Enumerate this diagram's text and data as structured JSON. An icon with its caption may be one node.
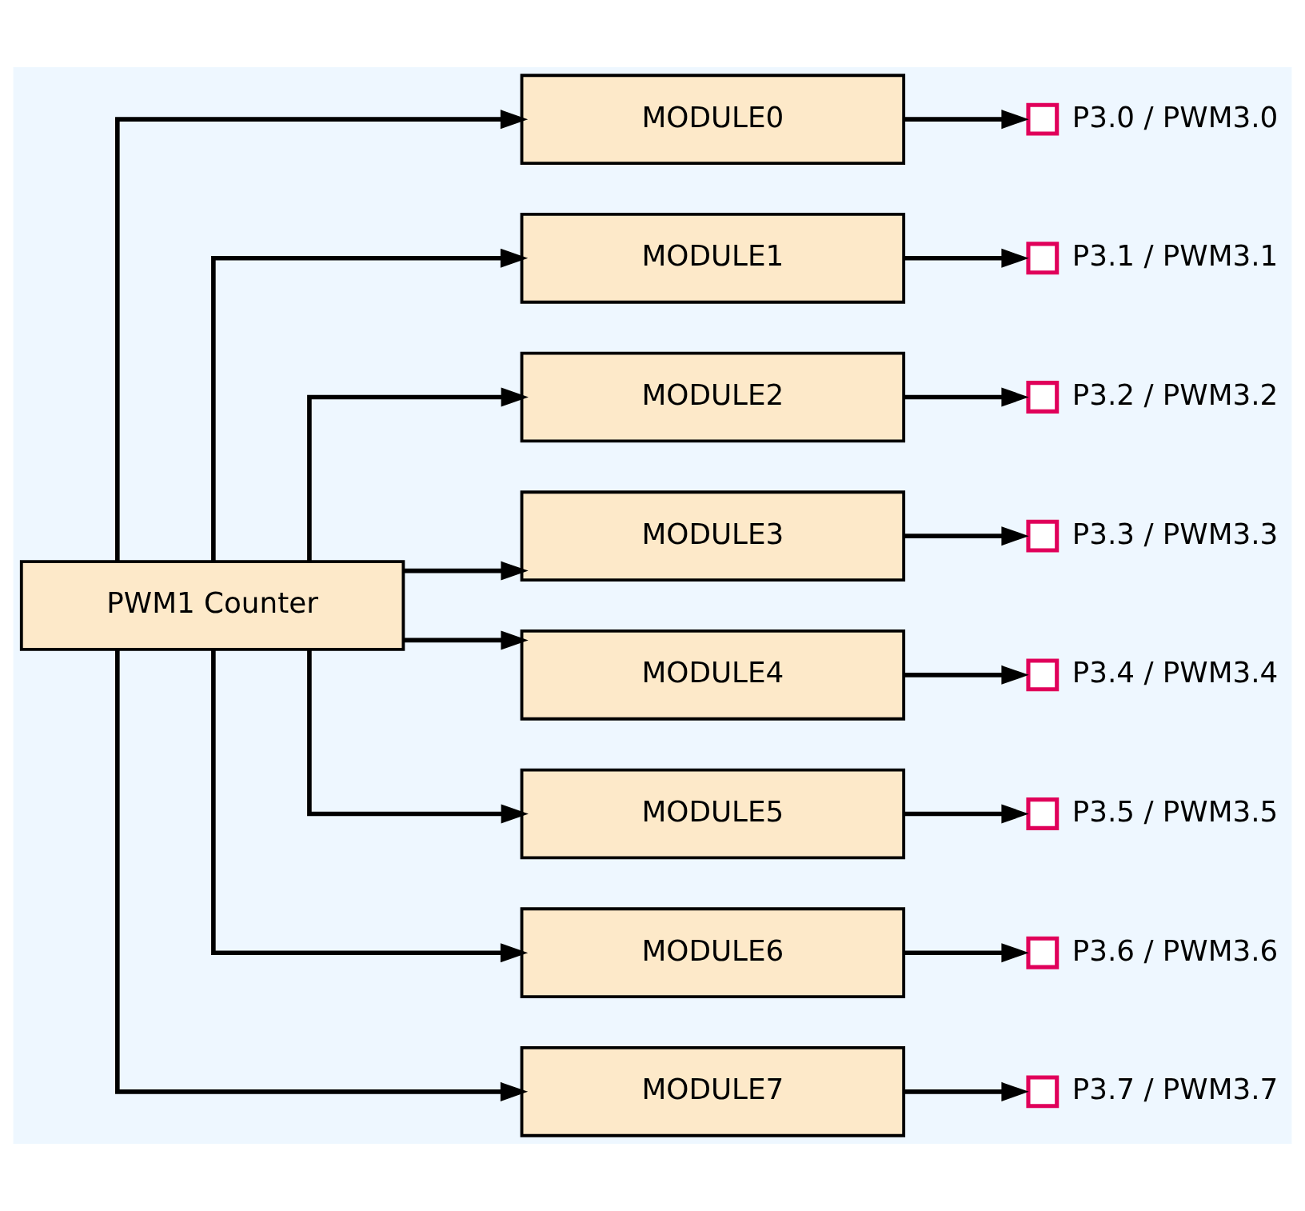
{
  "diagram": {
    "nodes": [
      {
        "text": [
          "PWM1 Counter"
        ]
      },
      {
        "text": [
          "MODULE0"
        ]
      },
      {
        "text": [
          "MODULE1"
        ]
      },
      {
        "text": [
          "MODULE2"
        ]
      },
      {
        "text": [
          "MODULE3"
        ]
      },
      {
        "text": [
          "MODULE4"
        ]
      },
      {
        "text": [
          "MODULE5"
        ]
      },
      {
        "text": [
          "MODULE6"
        ]
      },
      {
        "text": [
          "MODULE7"
        ]
      },
      {
        "text": [],
        "shape": "box",
        "beside": [
          "P3.0 / PWM3.0"
        ]
      },
      {
        "text": [],
        "shape": "box",
        "beside": [
          "P3.1 / PWM3.1"
        ]
      },
      {
        "text": [],
        "shape": "box",
        "beside": [
          "P3.2 / PWM3.2"
        ]
      },
      {
        "text": [],
        "shape": "box",
        "beside": [
          "P3.3 / PWM3.3"
        ]
      },
      {
        "text": [],
        "shape": "box",
        "beside": [
          "P3.4 / PWM3.4"
        ]
      },
      {
        "text": [],
        "shape": "box",
        "beside": [
          "P3.5 / PWM3.5"
        ]
      },
      {
        "text": [],
        "shape": "box",
        "beside": [
          "P3.6 / PWM3.6"
        ]
      },
      {
        "text": [],
        "shape": "box",
        "beside": [
          "P3.7 / PWM3.7"
        ]
      }
    ],
    "edges": [
      {
        "from": 0,
        "to": 1,
        "arrow": "to"
      },
      {
        "from": 0,
        "to": 2,
        "arrow": "to"
      },
      {
        "from": 0,
        "to": 3,
        "arrow": "to"
      },
      {
        "from": 0,
        "to": 4,
        "arrow": "to"
      },
      {
        "from": 0,
        "to": 5,
        "arrow": "to"
      },
      {
        "from": 0,
        "to": 6,
        "arrow": "to"
      },
      {
        "from": 0,
        "to": 7,
        "arrow": "to"
      },
      {
        "from": 0,
        "to": 8,
        "arrow": "to"
      },
      {
        "from": 1,
        "to": 9,
        "arrow": "to"
      },
      {
        "from": 2,
        "to": 10,
        "arrow": "to"
      },
      {
        "from": 3,
        "to": 11,
        "arrow": "to"
      },
      {
        "from": 4,
        "to": 12,
        "arrow": "to"
      },
      {
        "from": 5,
        "to": 13,
        "arrow": "to"
      },
      {
        "from": 6,
        "to": 14,
        "arrow": "to"
      },
      {
        "from": 7,
        "to": 15,
        "arrow": "to"
      },
      {
        "from": 8,
        "to": 16,
        "arrow": "to"
      }
    ]
  }
}
